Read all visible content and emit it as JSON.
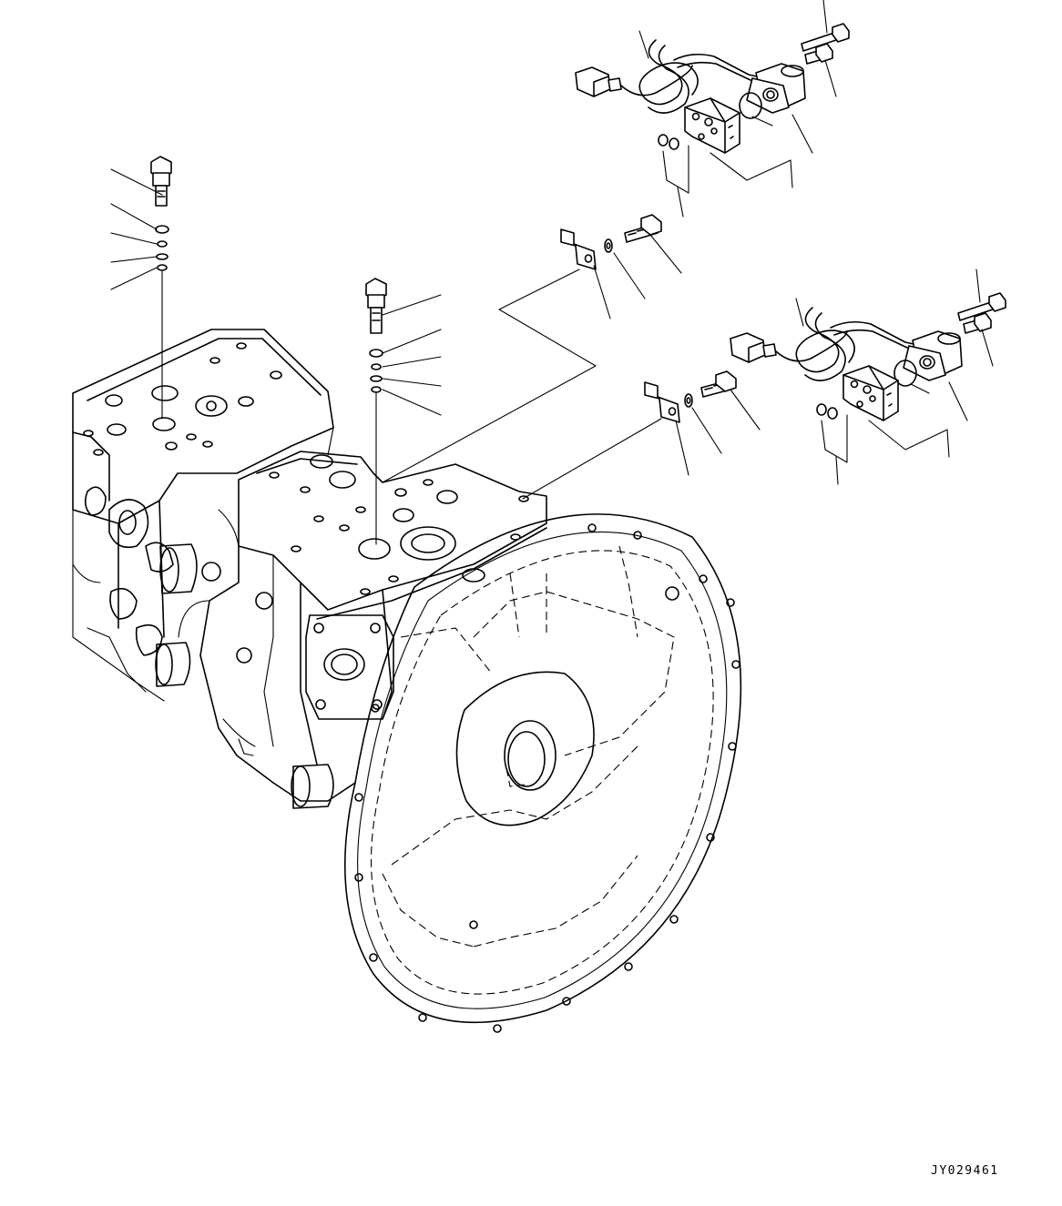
{
  "drawing": {
    "id": "JY029461"
  },
  "icons": [
    "pump-assembly",
    "flywheel-housing",
    "plug",
    "o-ring",
    "solenoid-valve",
    "connector",
    "block",
    "bracket",
    "washer",
    "bolt"
  ]
}
